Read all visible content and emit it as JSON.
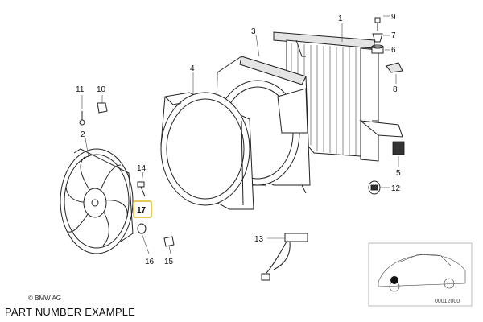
{
  "callouts": {
    "c1": "1",
    "c2": "2",
    "c3": "3",
    "c4": "4",
    "c5": "5",
    "c6": "6",
    "c7": "7",
    "c8": "8",
    "c9": "9",
    "c10": "10",
    "c11": "11",
    "c12": "12",
    "c13": "13",
    "c14": "14",
    "c15": "15",
    "c16": "16",
    "c17": "17"
  },
  "highlight_color": "#e8c65a",
  "copyright": "© BMW AG",
  "caption": "PART NUMBER EXAMPLE",
  "reference_number": "00012000"
}
